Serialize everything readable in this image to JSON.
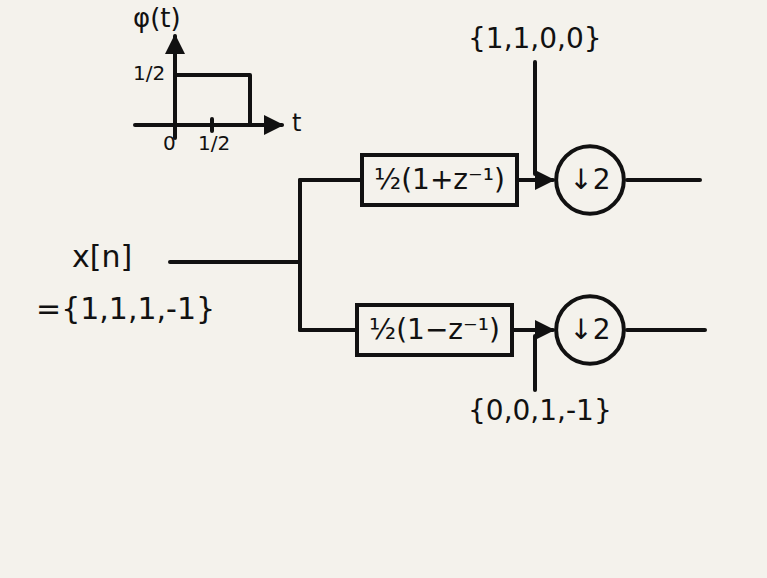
{
  "diagram": {
    "nodes": [
      {
        "text": [
          "½(1+z⁻¹)"
        ]
      },
      {
        "text": [
          "↓2"
        ]
      },
      {
        "text": [
          "½(1−z⁻¹)"
        ]
      },
      {
        "text": [
          "↓2"
        ]
      }
    ],
    "edges": [
      {
        "from": 0,
        "to": 1,
        "arrow": "to"
      },
      {
        "from": 2,
        "to": 3,
        "arrow": "to"
      }
    ],
    "labels": [
      "φ(t)",
      "1/2",
      "0",
      "1/2",
      "t",
      "{1,1,0,0}",
      "x[n]",
      "={1,1,1,-1}",
      "{0,0,1,-1}"
    ]
  }
}
